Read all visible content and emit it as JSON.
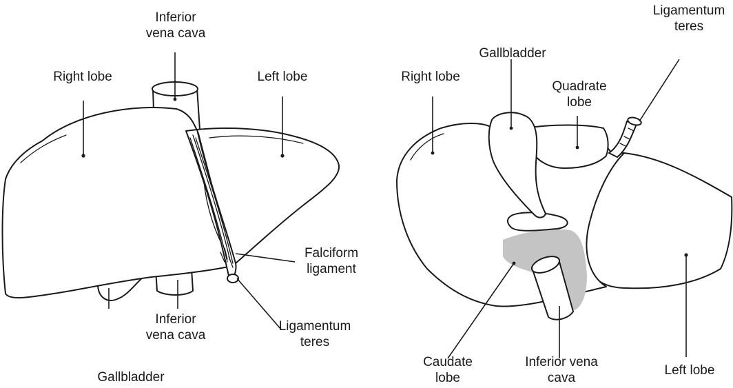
{
  "anterior_view": {
    "labels": {
      "inferior_vena_cava_top": [
        "Inferior",
        "vena cava"
      ],
      "right_lobe": "Right lobe",
      "left_lobe": "Left lobe",
      "falciform_ligament": [
        "Falciform",
        "ligament"
      ],
      "inferior_vena_cava_bottom": [
        "Inferior",
        "vena cava"
      ],
      "ligamentum_teres": [
        "Ligamentum",
        "teres"
      ],
      "gallbladder": "Gallbladder"
    }
  },
  "inferior_view": {
    "labels": {
      "gallbladder": "Gallbladder",
      "ligamentum_teres": [
        "Ligamentum",
        "teres"
      ],
      "right_lobe": "Right lobe",
      "quadrate_lobe": [
        "Quadrate",
        "lobe"
      ],
      "caudate_lobe": [
        "Caudate",
        "lobe"
      ],
      "inferior_vena_cava": [
        "Inferior vena",
        "cava"
      ],
      "left_lobe": "Left lobe"
    }
  },
  "colors": {
    "line": "#1a1a1a",
    "caudate_shade": "#c4c4c4",
    "background": "#ffffff"
  }
}
